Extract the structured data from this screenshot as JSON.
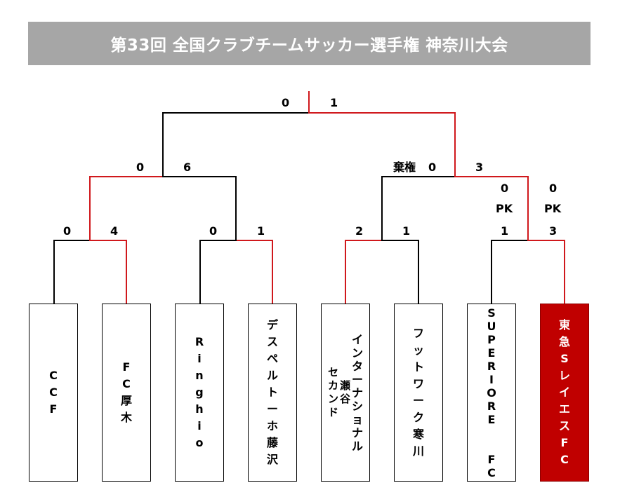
{
  "title": "第33回 全国クラブチームサッカー選手権 神奈川大会",
  "colors": {
    "title_bg": "#a6a6a6",
    "win_line": "#d0181c",
    "lose_line": "#000000",
    "champion_fill": "#c00000"
  },
  "teams": [
    {
      "name": "CCF",
      "winner": false
    },
    {
      "name": "FC厚木",
      "winner": false
    },
    {
      "name": "Ringhio",
      "winner": false
    },
    {
      "name": "デスペルトーホ藤沢",
      "winner": false
    },
    {
      "name": "インターナショナル瀬谷セカンド",
      "winner": false
    },
    {
      "name": "フットワーク寒川",
      "winner": false
    },
    {
      "name": "SUPERIORE FC",
      "winner": false
    },
    {
      "name": "東急SレイエスFC",
      "winner": true
    }
  ],
  "scores": {
    "r1": [
      {
        "left": "0",
        "right": "4"
      },
      {
        "left": "0",
        "right": "1"
      },
      {
        "left": "2",
        "right": "1"
      },
      {
        "left": "1",
        "right": "3"
      }
    ],
    "sf": [
      {
        "left": "0",
        "right": "6"
      },
      {
        "left": "棄権",
        "left_score": "0",
        "right": "3"
      }
    ],
    "final": {
      "left": "0",
      "right": "1"
    },
    "pk": {
      "left_main": "0",
      "right_main": "0",
      "pk_label": "PK"
    }
  }
}
